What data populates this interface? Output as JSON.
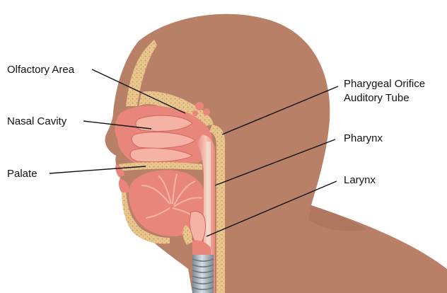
{
  "labels": {
    "olfactory_area": "Olfactory Area",
    "nasal_cavity": "Nasal Cavity",
    "palate": "Palate",
    "pharyngeal_orifice_line1": "Pharygeal Orifice",
    "pharyngeal_orifice_line2": "Auditory Tube",
    "pharynx": "Pharynx",
    "larynx": "Larynx"
  },
  "colors": {
    "background": "#ffffff",
    "skin": "#b98068",
    "skin_shadow": "#a86f58",
    "tissue": "#e8867c",
    "tissue_light": "#f4b3a4",
    "bone": "#e9c68d",
    "bone_dots": "#b99356",
    "airway": "#f6ded2",
    "trachea": "#9aa5ae",
    "leader_line": "#111111",
    "text": "#111111"
  }
}
